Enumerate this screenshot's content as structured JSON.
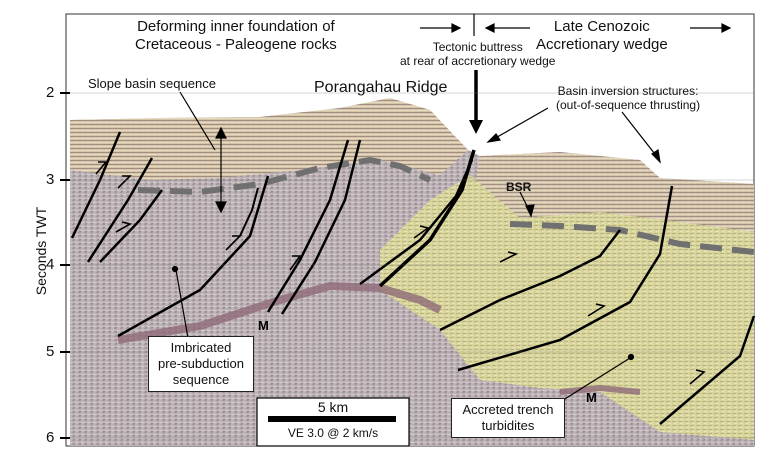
{
  "y_axis": {
    "label": "Seconds TWT",
    "ticks": [
      "2",
      "3",
      "4",
      "5",
      "6"
    ]
  },
  "labels": {
    "deforming": "Deforming inner foundation of\nCretaceous - Paleogene rocks",
    "late_cenozoic": "Late Cenozoic\nAccretionary wedge",
    "tectonic_buttress": "Tectonic buttress\nat rear of accretionary wedge",
    "slope_basin": "Slope basin sequence",
    "porangahau": "Porangahau Ridge",
    "basin_inversion": "Basin inversion structures:\n(out-of-sequence thrusting)",
    "bsr": "BSR",
    "m_left": "M",
    "m_right": "M",
    "imbricated": "Imbricated\npre-subduction\nsequence",
    "accreted": "Accreted trench\nturbidites"
  },
  "scale_bar": {
    "length_label": "5 km",
    "ve_label": "VE 3.0 @ 2 km/s"
  },
  "colors": {
    "seismic_grey": "#b8b0b4",
    "seismic_pink": "#c7a6b0",
    "wedge_yellow": "#d9d8a0",
    "fault": "#000000",
    "bsr_dash": "#707070"
  }
}
